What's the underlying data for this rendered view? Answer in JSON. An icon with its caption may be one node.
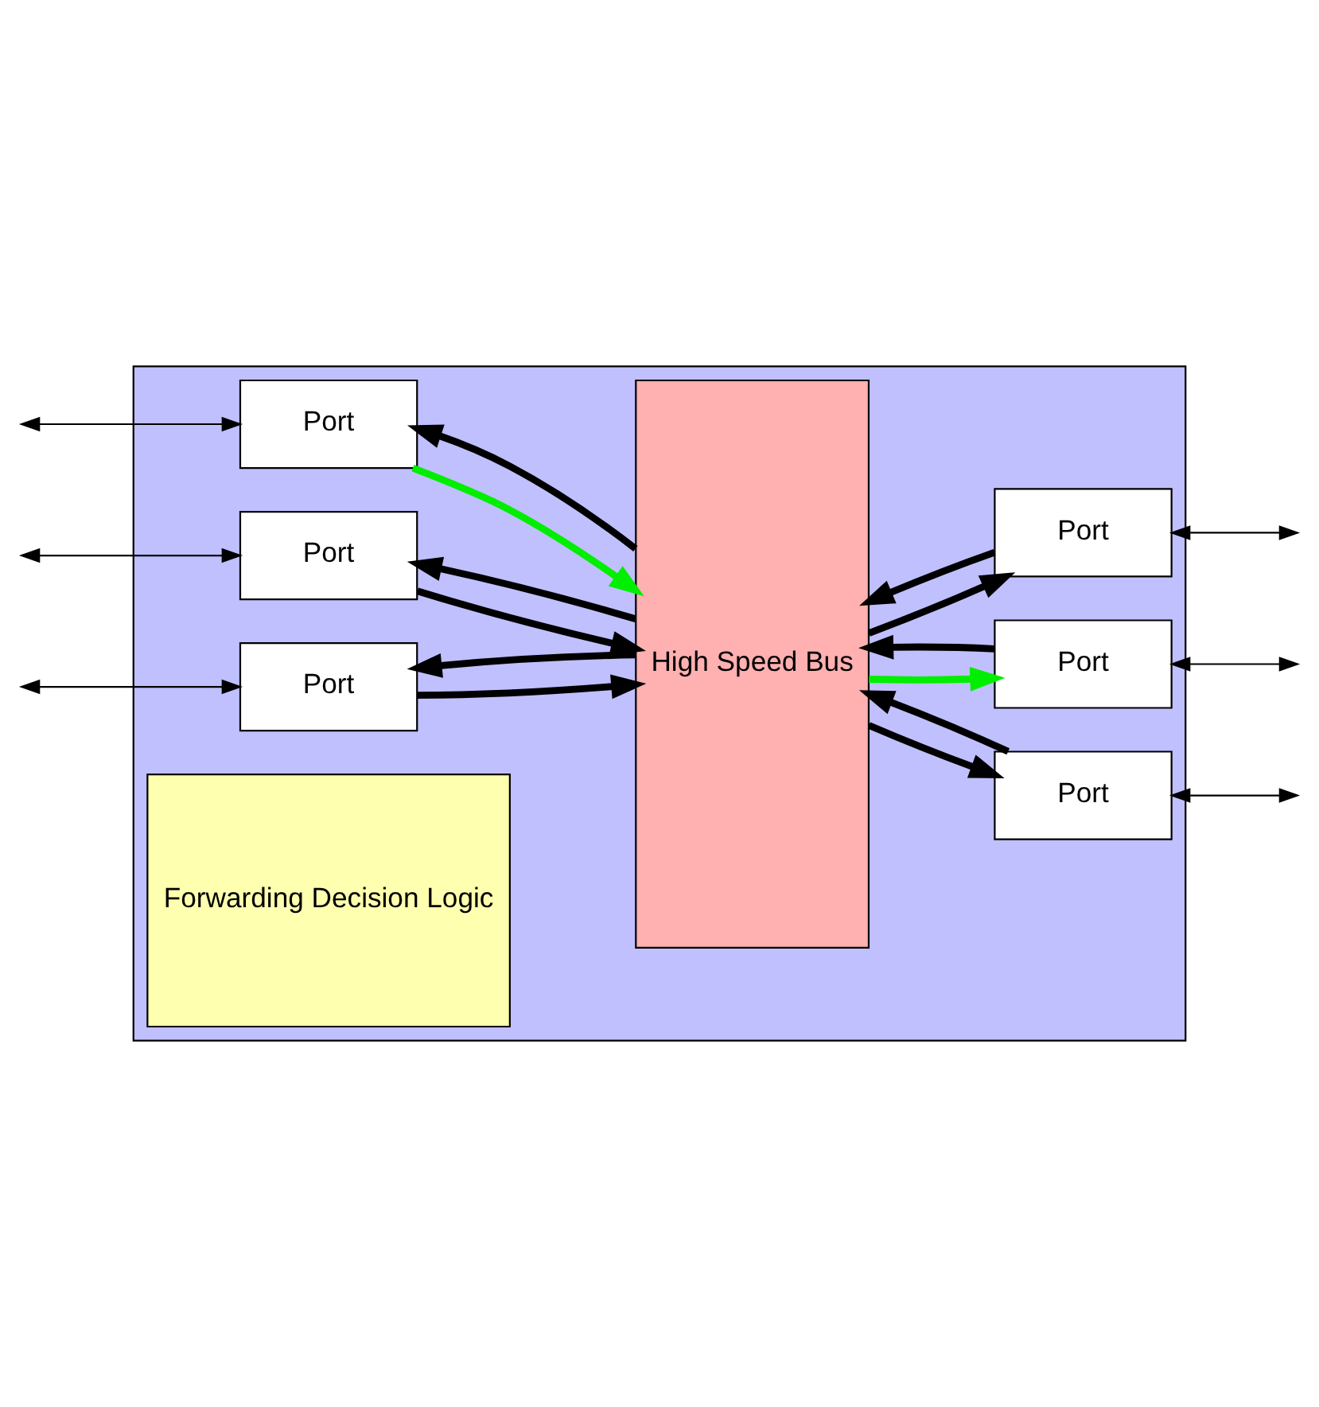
{
  "diagram": {
    "nodes": [
      {
        "text": [],
        "shape": "box"
      },
      {
        "text": [
          "Port"
        ],
        "in": 0
      },
      {
        "text": [
          "Port"
        ],
        "in": 0
      },
      {
        "text": [
          "Port"
        ],
        "in": 0
      },
      {
        "text": [
          "High Speed Bus"
        ],
        "in": 0
      },
      {
        "text": [
          "Port"
        ],
        "in": 0
      },
      {
        "text": [
          "Port"
        ],
        "in": 0
      },
      {
        "text": [
          "Port"
        ],
        "in": 0
      },
      {
        "text": [
          "Forwarding Decision Logic"
        ],
        "in": 0
      }
    ],
    "edges": [
      {
        "from": null,
        "to": 1,
        "arrow": "both"
      },
      {
        "from": null,
        "to": 2,
        "arrow": "both"
      },
      {
        "from": null,
        "to": 3,
        "arrow": "both"
      },
      {
        "from": 1,
        "to": 4,
        "arrow": "to",
        "color": "#00ee00"
      },
      {
        "from": 4,
        "to": 1,
        "arrow": "to"
      },
      {
        "from": 2,
        "to": 4,
        "arrow": "to"
      },
      {
        "from": 4,
        "to": 2,
        "arrow": "to"
      },
      {
        "from": 3,
        "to": 4,
        "arrow": "to"
      },
      {
        "from": 4,
        "to": 3,
        "arrow": "to"
      },
      {
        "from": 4,
        "to": 5,
        "arrow": "to"
      },
      {
        "from": 5,
        "to": 4,
        "arrow": "to"
      },
      {
        "from": 4,
        "to": 6,
        "arrow": "to",
        "color": "#00ee00"
      },
      {
        "from": 6,
        "to": 4,
        "arrow": "to"
      },
      {
        "from": 4,
        "to": 7,
        "arrow": "to"
      },
      {
        "from": 7,
        "to": 4,
        "arrow": "to"
      },
      {
        "from": 5,
        "to": null,
        "arrow": "both"
      },
      {
        "from": 6,
        "to": null,
        "arrow": "both"
      },
      {
        "from": 7,
        "to": null,
        "arrow": "both"
      }
    ]
  }
}
